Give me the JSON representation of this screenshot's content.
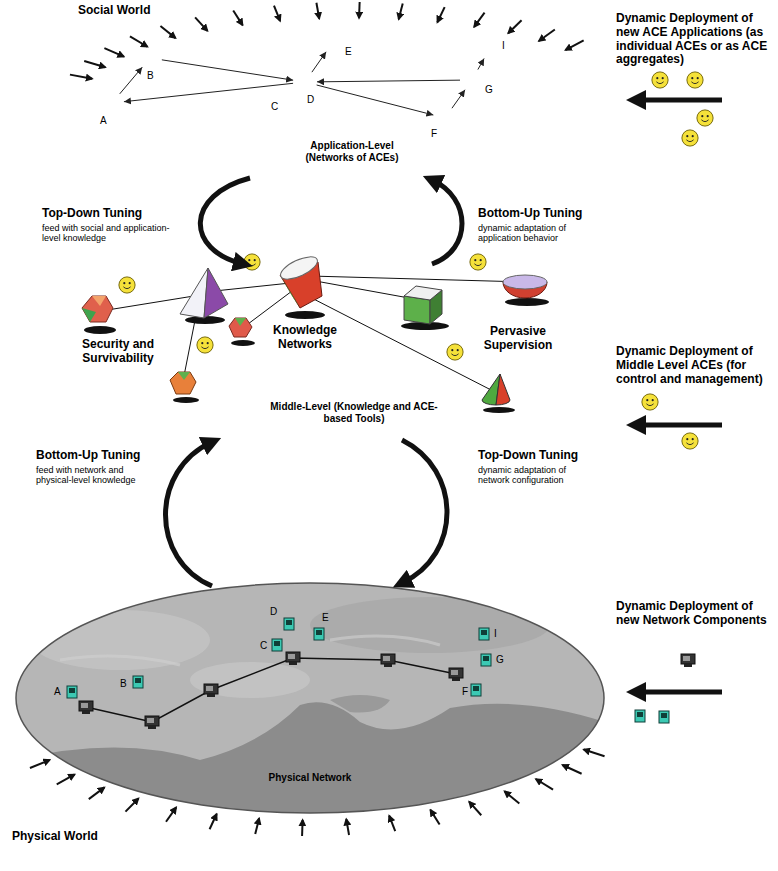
{
  "diagram": {
    "nodes": [
      {
        "text": [
          "Application-Level (Networks of ACEs)"
        ]
      },
      {
        "text": [
          "A"
        ],
        "in": 0
      },
      {
        "text": [
          "B"
        ],
        "in": 0
      },
      {
        "text": [
          "C"
        ],
        "in": 0
      },
      {
        "text": [
          "D"
        ],
        "in": 0
      },
      {
        "text": [
          "E"
        ],
        "in": 0
      },
      {
        "text": [
          "F"
        ],
        "in": 0
      },
      {
        "text": [
          "G"
        ],
        "in": 0
      },
      {
        "text": [
          "I"
        ],
        "in": 0
      },
      {
        "text": [
          "Middle-Level (Knowledge and ACE-based Tools)"
        ]
      },
      {
        "text": [
          "Security and Survivability"
        ],
        "in": 9
      },
      {
        "text": [
          "Knowledge Networks"
        ],
        "in": 9
      },
      {
        "text": [
          "Pervasive Supervision"
        ],
        "in": 9
      },
      {
        "text": [
          "Physical Network"
        ]
      }
    ],
    "edges": [
      {
        "from": 1,
        "to": 2,
        "arrow": "to"
      },
      {
        "from": 2,
        "to": 4,
        "arrow": "to"
      },
      {
        "from": 4,
        "to": 1,
        "arrow": "to"
      },
      {
        "from": 4,
        "to": 5,
        "arrow": "to"
      },
      {
        "from": 7,
        "to": 4,
        "arrow": "to"
      },
      {
        "from": 7,
        "to": 8,
        "arrow": "to"
      },
      {
        "from": 4,
        "to": 6,
        "arrow": "to"
      },
      {
        "from": 6,
        "to": 7,
        "arrow": "to"
      }
    ],
    "labels": [
      "Social World",
      "Dynamic Deployment of new ACE Applications (as individual ACEs or as ACE aggregates)",
      "Top-Down Tuning",
      "feed with social and application-level knowledge",
      "Bottom-Up Tuning",
      "dynamic adaptation of application behavior",
      "Dynamic Deployment of Middle Level ACEs (for control and management)",
      "Bottom-Up Tuning",
      "feed with network and physical-level knowledge",
      "Top-Down Tuning",
      "dynamic adaptation of network configuration",
      "Dynamic Deployment of new Network Components",
      "D",
      "E",
      "I",
      "C",
      "G",
      "B",
      "A",
      "F",
      "Physical World"
    ]
  }
}
